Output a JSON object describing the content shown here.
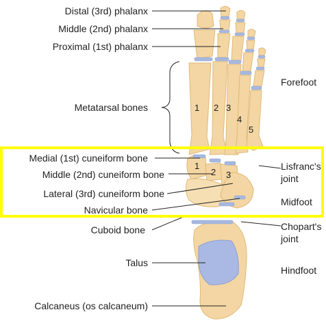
{
  "labels": {
    "distal_phalanx": "Distal (3rd) phalanx",
    "middle_phalanx": "Middle (2nd) phalanx",
    "proximal_phalanx": "Proximal (1st) phalanx",
    "metatarsal_bones": "Metatarsal bones",
    "forefoot": "Forefoot",
    "medial_cuneiform": "Medial (1st) cuneiform bone",
    "middle_cuneiform": "Middle (2nd) cuneiform bone",
    "lateral_cuneiform": "Lateral (3rd) cuneiform bone",
    "navicular": "Navicular bone",
    "cuboid": "Cuboid bone",
    "lisfranc_line1": "Lisfranc's",
    "lisfranc_line2": "joint",
    "midfoot": "Midfoot",
    "chopart_line1": "Chopart's",
    "chopart_line2": "joint",
    "talus": "Talus",
    "hindfoot": "Hindfoot",
    "calcaneus": "Calcaneus (os calcaneum)"
  },
  "metatarsal_numbers": [
    "1",
    "2",
    "3",
    "4",
    "5"
  ],
  "cuneiform_numbers": [
    "1",
    "2",
    "3"
  ],
  "colors": {
    "bone": "#f3d6a3",
    "cartilage": "#a7b8df",
    "highlight": "#ffff00"
  }
}
